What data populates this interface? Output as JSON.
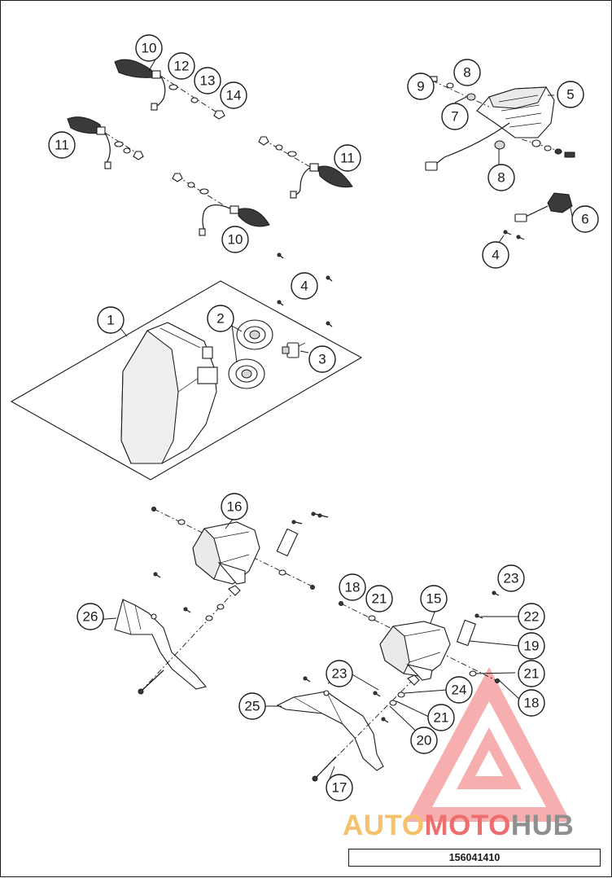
{
  "document_code": "156041410",
  "watermark": {
    "part1": "AUTO",
    "part2": "MOTO",
    "part3": "HUB",
    "colors": {
      "auto": "#f5c26b",
      "moto": "#ef6d6d",
      "hub": "#8f8f8f"
    }
  },
  "callouts": {
    "c1": "1",
    "c2": "2",
    "c3": "3",
    "c4a": "4",
    "c4b": "4",
    "c5": "5",
    "c6": "6",
    "c7": "7",
    "c8a": "8",
    "c8b": "8",
    "c9": "9",
    "c10a": "10",
    "c10b": "10",
    "c11a": "11",
    "c11b": "11",
    "c12": "12",
    "c13": "13",
    "c14": "14",
    "c15": "15",
    "c16": "16",
    "c17": "17",
    "c18a": "18",
    "c18b": "18",
    "c19": "19",
    "c20": "20",
    "c21a": "21",
    "c21b": "21",
    "c21c": "21",
    "c22": "22",
    "c23a": "23",
    "c23b": "23",
    "c24": "24",
    "c25": "25",
    "c26": "26"
  }
}
